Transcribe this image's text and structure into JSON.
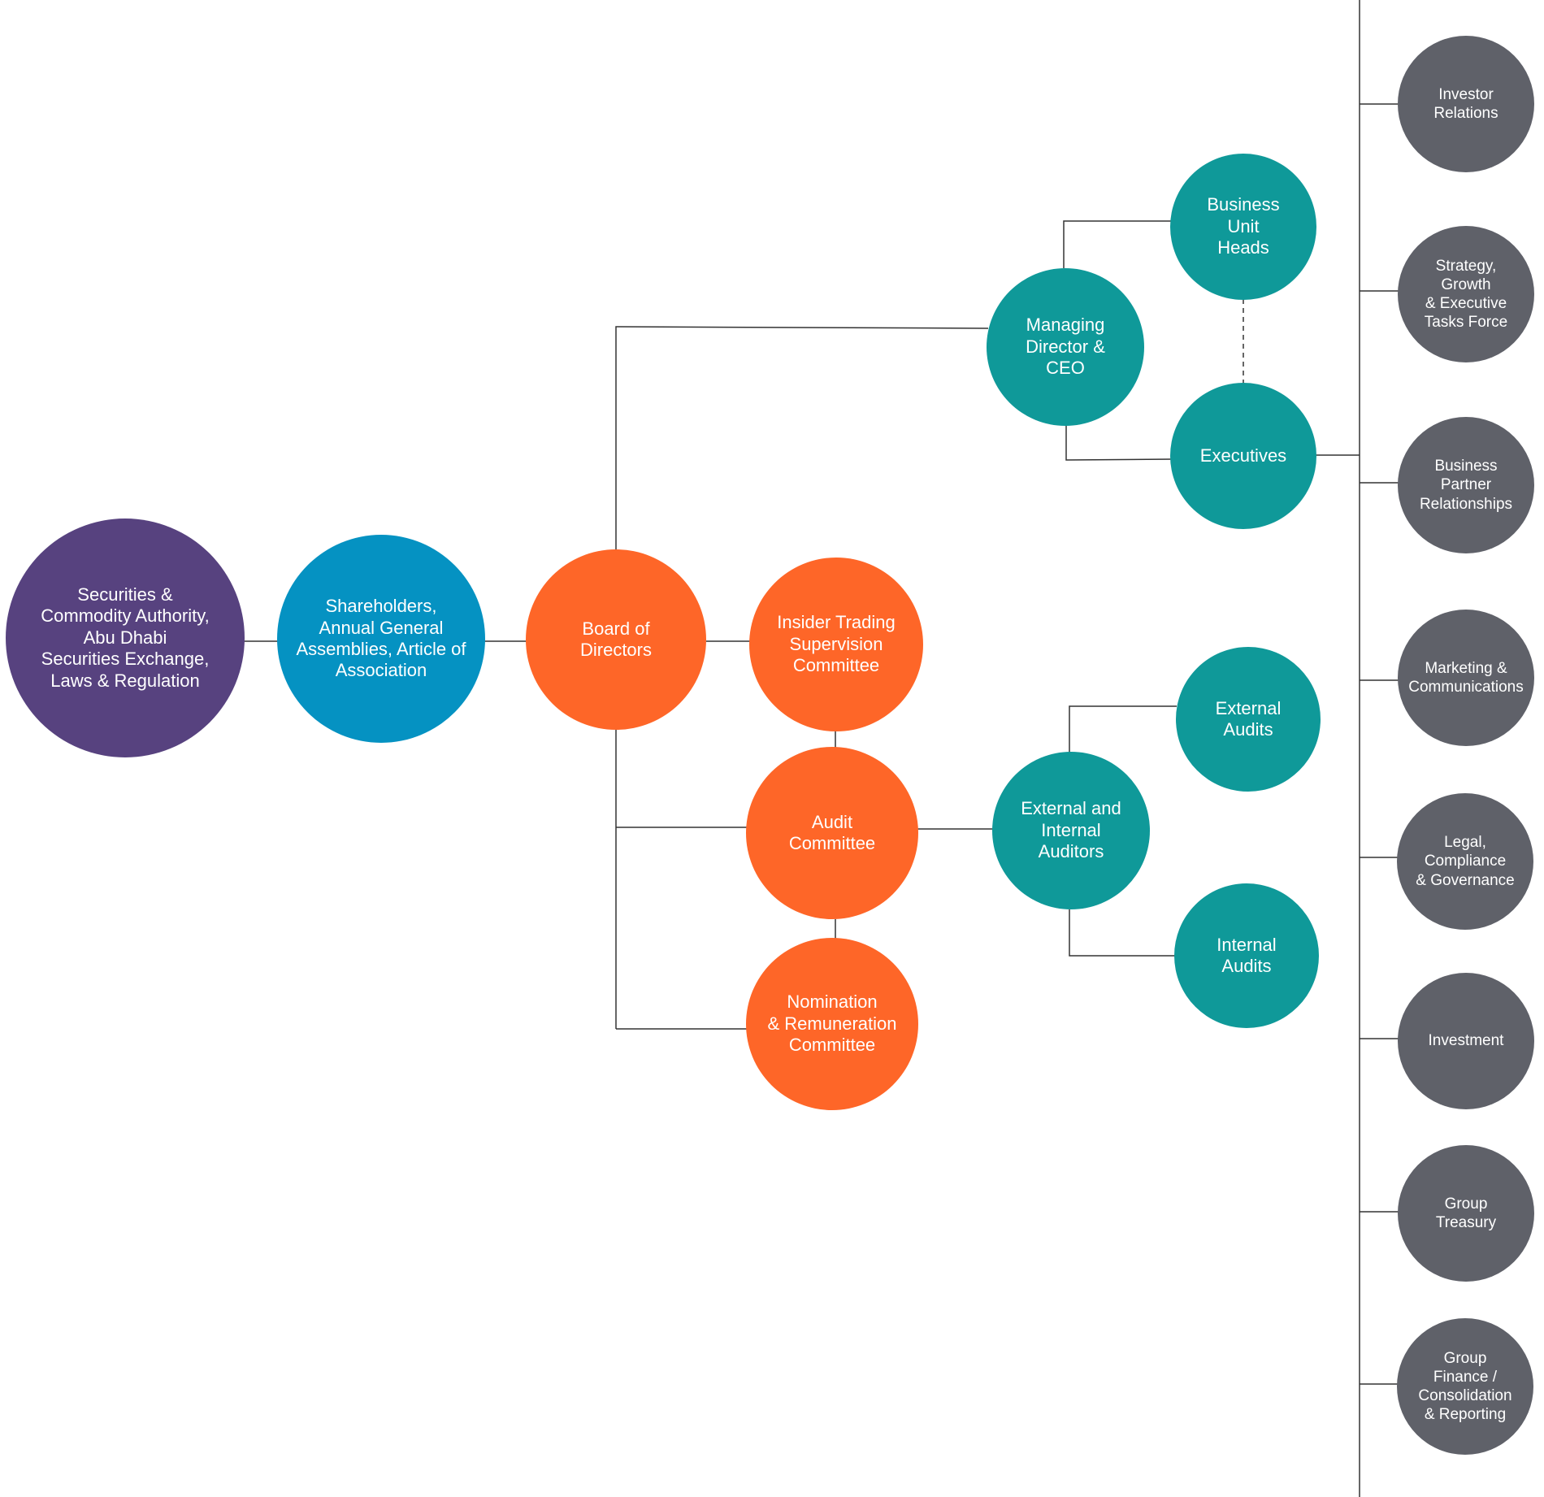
{
  "colors": {
    "purple": "#57427f",
    "blue": "#0592c2",
    "orange": "#fe6628",
    "teal": "#0f9999",
    "gray": "#5f6169",
    "line": "#333333"
  },
  "nodes": {
    "sca": {
      "label": "Securities &\nCommodity Authority,\nAbu Dhabi\nSecurities Exchange,\nLaws & Regulation",
      "color": "purple"
    },
    "shareholders": {
      "label": "Shareholders,\nAnnual General\nAssemblies, Article of\nAssociation",
      "color": "blue"
    },
    "board": {
      "label": "Board of\nDirectors",
      "color": "orange"
    },
    "insider": {
      "label": "Insider Trading\nSupervision\nCommittee",
      "color": "orange"
    },
    "audit": {
      "label": "Audit\nCommittee",
      "color": "orange"
    },
    "nomination": {
      "label": "Nomination\n& Remuneration\nCommittee",
      "color": "orange"
    },
    "md": {
      "label": "Managing\nDirector &\nCEO",
      "color": "teal"
    },
    "buh": {
      "label": "Business\nUnit\nHeads",
      "color": "teal"
    },
    "executives": {
      "label": "Executives",
      "color": "teal"
    },
    "auditors": {
      "label": "External and\nInternal\nAuditors",
      "color": "teal"
    },
    "ext_audits": {
      "label": "External\nAudits",
      "color": "teal"
    },
    "int_audits": {
      "label": "Internal\nAudits",
      "color": "teal"
    },
    "investor": {
      "label": "Investor\nRelations",
      "color": "gray"
    },
    "strategy": {
      "label": "Strategy,\nGrowth\n& Executive\nTasks Force",
      "color": "gray"
    },
    "partner": {
      "label": "Business\nPartner\nRelationships",
      "color": "gray"
    },
    "marketing": {
      "label": "Marketing &\nCommunications",
      "color": "gray"
    },
    "legal": {
      "label": "Legal,\nCompliance\n& Governance",
      "color": "gray"
    },
    "investment": {
      "label": "Investment",
      "color": "gray"
    },
    "treasury": {
      "label": "Group\nTreasury",
      "color": "gray"
    },
    "finance": {
      "label": "Group\nFinance /\nConsolidation\n& Reporting",
      "color": "gray"
    }
  }
}
